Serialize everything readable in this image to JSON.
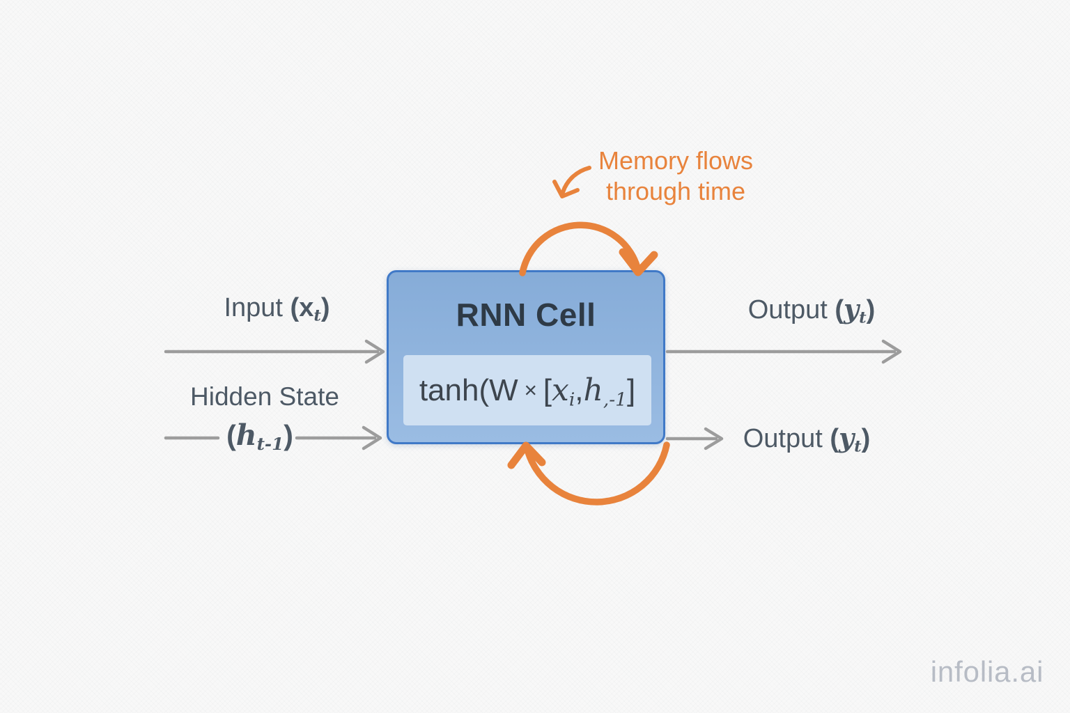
{
  "colors": {
    "background": "#f8f8f8",
    "orange": "#e8833c",
    "arrow_gray": "#9c9c9c",
    "box_fill_top": "#86acd8",
    "box_fill_bottom": "#9abce3",
    "box_border": "#4079c7",
    "formula_bg": "#cfe0f2",
    "title_text": "#2e3a46",
    "formula_text": "#3d454e",
    "label_text": "#4d5965",
    "watermark": "#b7bcc5"
  },
  "annotation": {
    "line1": "Memory flows",
    "line2": "through time"
  },
  "cell": {
    "title": "RNN Cell",
    "formula": {
      "pre": "tanh(W",
      "times": " × ",
      "open": "[",
      "x": "x",
      "x_sub": "i",
      "comma": ",",
      "h": "h",
      "h_sub": ",-1",
      "close": "]"
    }
  },
  "labels": {
    "input": {
      "word": "Input ",
      "open": "(",
      "var": "x",
      "sub": "t",
      "close": ")"
    },
    "hidden": {
      "line1": "Hidden State",
      "open": "(",
      "var": "h",
      "sub": "t-1",
      "close": ")"
    },
    "output_top": {
      "word": "Output ",
      "open": "(",
      "var": "y",
      "sub": "t",
      "close": ")"
    },
    "output_bottom": {
      "word": "Output ",
      "open": "(",
      "var": "y",
      "sub": "t",
      "close": ")"
    }
  },
  "watermark": "infolia.ai"
}
